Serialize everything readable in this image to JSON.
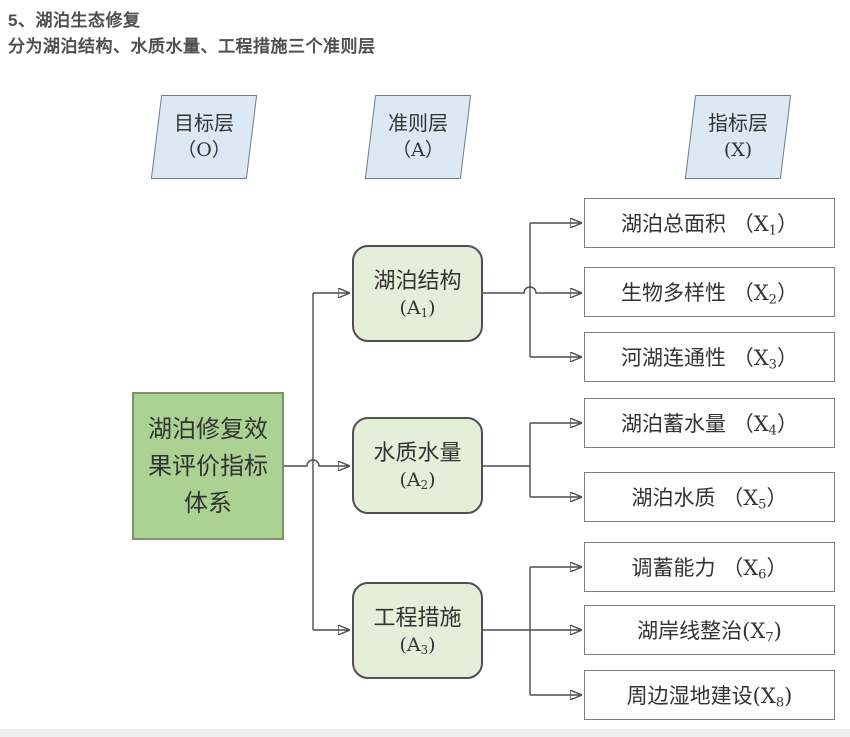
{
  "header": {
    "title": "5、湖泊生态修复",
    "subtitle": "分为湖泊结构、水质水量、工程措施三个准则层"
  },
  "layer_headers": {
    "goal": {
      "title": "目标层",
      "code": "（O）"
    },
    "criteria": {
      "title": "准则层",
      "code": "（A）"
    },
    "indicator": {
      "title": "指标层",
      "code": "(X)"
    }
  },
  "goal_node": {
    "label": "湖泊修复效果评价指标体系"
  },
  "criteria_nodes": [
    {
      "label": "湖泊结构",
      "code_pre": "(A",
      "code_sub": "1",
      "code_post": ")"
    },
    {
      "label": "水质水量",
      "code_pre": "(A",
      "code_sub": "2",
      "code_post": ")"
    },
    {
      "label": "工程措施",
      "code_pre": "(A",
      "code_sub": "3",
      "code_post": ")"
    }
  ],
  "indicator_nodes": [
    {
      "pre": "湖泊总面积 （X",
      "sub": "1",
      "post": "）"
    },
    {
      "pre": "生物多样性 （X",
      "sub": "2",
      "post": "）"
    },
    {
      "pre": "河湖连通性 （X",
      "sub": "3",
      "post": "）"
    },
    {
      "pre": "湖泊蓄水量 （X",
      "sub": "4",
      "post": "）"
    },
    {
      "pre": "湖泊水质 （X",
      "sub": "5",
      "post": "）"
    },
    {
      "pre": "调蓄能力 （X",
      "sub": "6",
      "post": "）"
    },
    {
      "pre": "湖岸线整治(X",
      "sub": "7",
      "post": ")"
    },
    {
      "pre": "周边湿地建设(X",
      "sub": "8",
      "post": ")"
    }
  ],
  "colors": {
    "goal_fill": "#abd193",
    "goal_border": "#7e9468",
    "criteria_fill": "#e4efda",
    "criteria_border": "#4f4f4f",
    "indicator_fill": "#ffffff",
    "indicator_border": "#7f7f7f",
    "layer_header_fill": "#dce9f5",
    "layer_header_border": "#6e7e90",
    "connector_line": "#4d4d4d",
    "arrowhead": "#111111",
    "header_text": "#4f4f4f"
  }
}
